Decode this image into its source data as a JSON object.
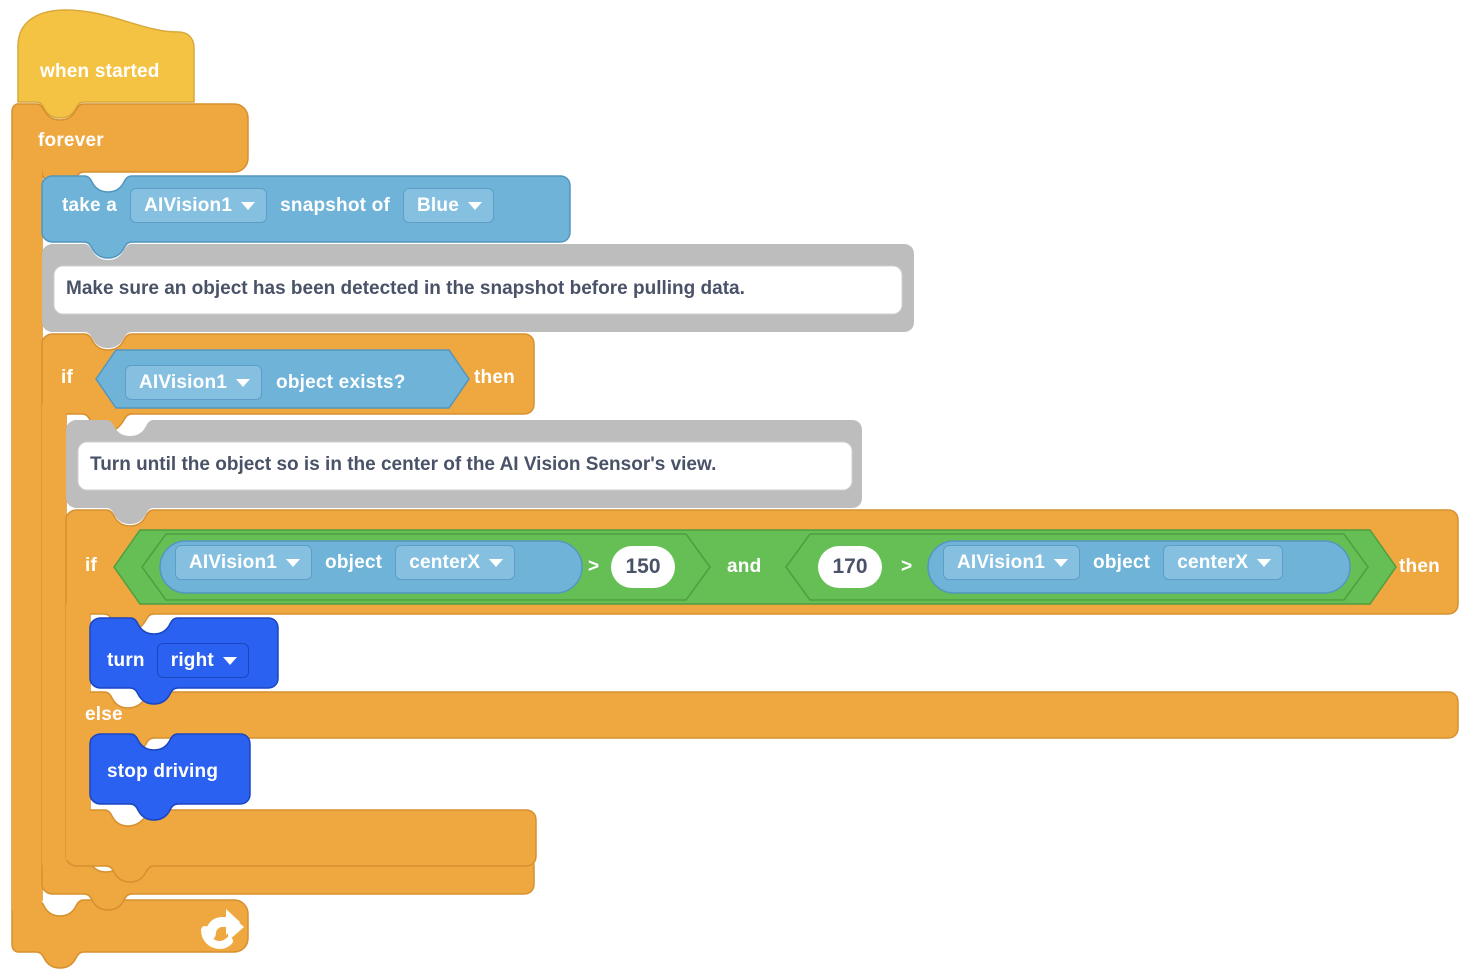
{
  "workspace": {
    "name": "vexcode-block-workspace",
    "background": "#FFFFFF"
  },
  "colors": {
    "hat_yellow": "#F5C344",
    "control_orange": "#EFA840",
    "control_orange_border": "#D6902F",
    "sensing_blue": "#6FB3D9",
    "sensing_blue_border": "#5396BE",
    "dropdown_blue": "#86C0E0",
    "operator_green": "#66BF55",
    "operator_green_border": "#4E9E40",
    "drivetrain_blue": "#2B61F0",
    "drivetrain_blue_border": "#1A46C0",
    "comment_gray": "#BDBDBD",
    "comment_text": "#4A5268",
    "number_text": "#4A5268",
    "block_text": "#FFFFFF"
  },
  "blocks": {
    "hat": {
      "label": "when started"
    },
    "forever": {
      "label": "forever",
      "loop_icon": "loop-arrow-icon"
    },
    "snapshot": {
      "prefix": "take a",
      "device": "AIVision1",
      "middle": "snapshot of",
      "signature": "Blue",
      "caret_icon": "chevron-down-icon"
    },
    "comment_1": {
      "text": "Make sure an object has been detected in the snapshot before pulling data."
    },
    "if_exists": {
      "if_label": "if",
      "then_label": "then",
      "condition": {
        "device": "AIVision1",
        "text": "object exists?",
        "caret_icon": "chevron-down-icon"
      }
    },
    "comment_2": {
      "text": "Turn until the object so is in the center of the AI Vision Sensor's view."
    },
    "if_center": {
      "if_label": "if",
      "then_label": "then",
      "else_label": "else",
      "and_label": "and",
      "left_compare": {
        "operator": ">",
        "left": {
          "device": "AIVision1",
          "middle": "object",
          "property": "centerX",
          "caret_icon": "chevron-down-icon"
        },
        "right_value": "150"
      },
      "right_compare": {
        "operator": ">",
        "left_value": "170",
        "right": {
          "device": "AIVision1",
          "middle": "object",
          "property": "centerX",
          "caret_icon": "chevron-down-icon"
        }
      }
    },
    "turn": {
      "label": "turn",
      "direction": "right",
      "caret_icon": "chevron-down-icon"
    },
    "stop_driving": {
      "label": "stop driving"
    }
  }
}
